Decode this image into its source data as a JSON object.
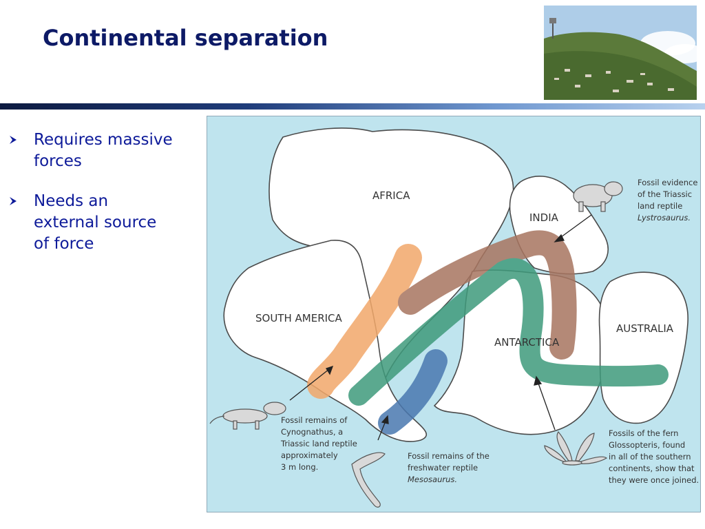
{
  "slide": {
    "title": "Continental separation"
  },
  "bullets": [
    {
      "lines": [
        "Requires massive",
        "forces"
      ]
    },
    {
      "lines": [
        "Needs an",
        "external source",
        "of force"
      ]
    }
  ],
  "map": {
    "continents": {
      "africa": "AFRICA",
      "india": "INDIA",
      "south_america": "SOUTH AMERICA",
      "antarctica": "ANTARCTICA",
      "australia": "AUSTRALIA"
    },
    "notes": {
      "lystrosaurus": [
        "Fossil evidence",
        "of the Triassic",
        "land reptile",
        "Lystrosaurus."
      ],
      "cynognathus": [
        "Fossil remains of",
        "Cynognathus, a",
        "Triassic land reptile",
        "approximately",
        "3 m long."
      ],
      "mesosaurus": [
        "Fossil remains of the",
        "freshwater reptile",
        "Mesosaurus."
      ],
      "glossopteris": [
        "Fossils of the fern",
        "Glossopteris, found",
        "in all of the southern",
        "continents, show that",
        "they were once joined."
      ]
    }
  },
  "colors": {
    "title": "#0d1a66",
    "bullet_text": "#0d1a99",
    "ocean": "#bfe4ee",
    "cynognathus_band": "#f2a86a",
    "lystrosaurus_band": "#a87560",
    "glossopteris_band": "#3f9b7c",
    "mesosaurus_band": "#4a78b0"
  }
}
